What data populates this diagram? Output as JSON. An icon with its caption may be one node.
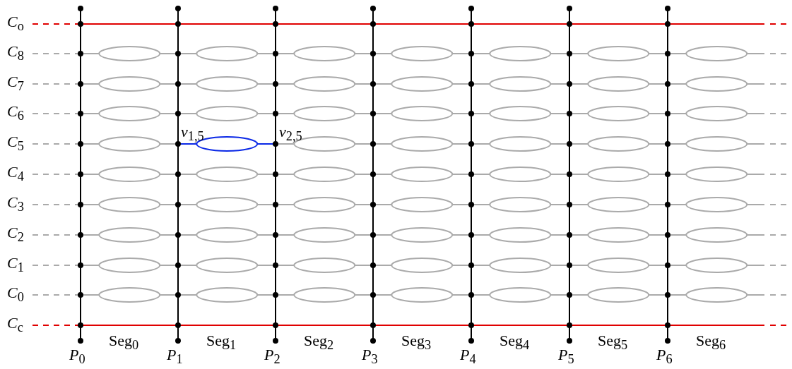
{
  "diagram": {
    "labels": [
      "*C*$_{o}$",
      "*C*$_{8}$",
      "*C*$_{7}$",
      "*C*$_{6}$",
      "*C*$_{5}$",
      "*C*$_{4}$",
      "*C*$_{3}$",
      "*C*$_{2}$",
      "*C*$_{1}$",
      "*C*$_{0}$",
      "*C*$_{c}$",
      "*v*$_{1,5}$",
      "*v*$_{2,5}$",
      "*P*$_{0}$",
      "Seg$_{0}$",
      "*P*$_{1}$",
      "Seg$_{1}$",
      "*P*$_{2}$",
      "Seg$_{2}$",
      "*P*$_{3}$",
      "Seg$_{3}$",
      "*P*$_{4}$",
      "Seg$_{4}$",
      "*P*$_{5}$",
      "Seg$_{5}$",
      "*P*$_{6}$",
      "Seg$_{6}$"
    ]
  }
}
